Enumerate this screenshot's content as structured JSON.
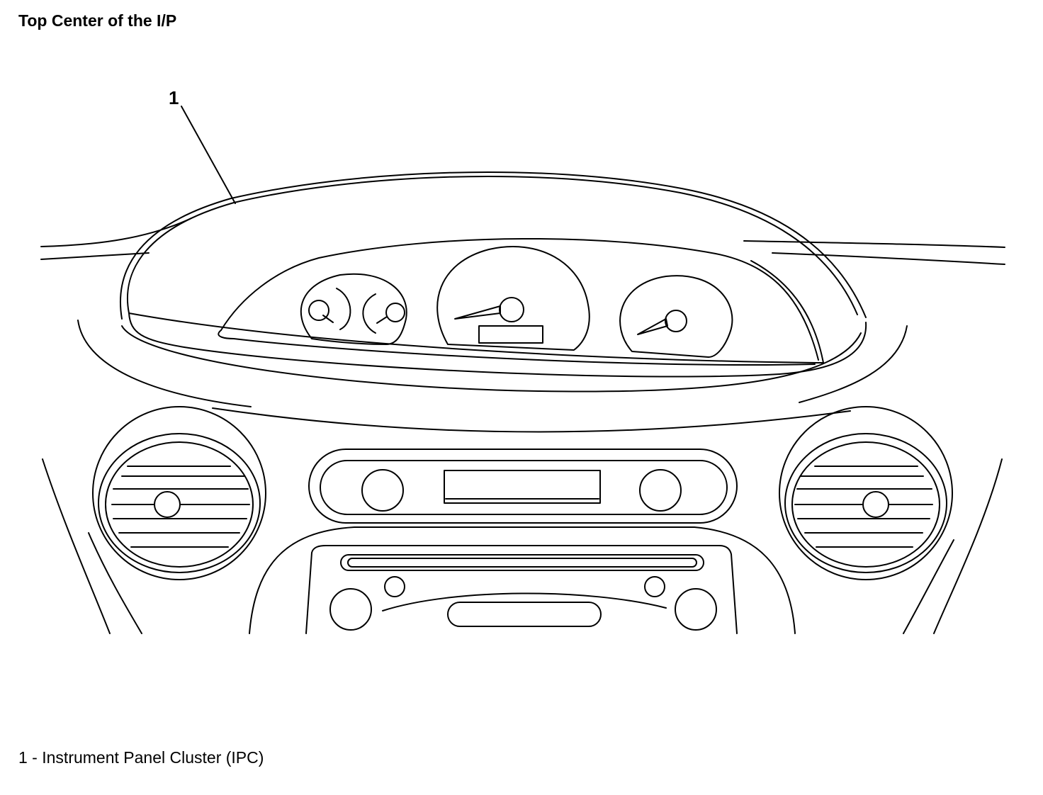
{
  "title": "Top Center of the I/P",
  "callouts": [
    {
      "number": "1",
      "description": "Instrument Panel Cluster (IPC)"
    }
  ],
  "legend_separator": " - "
}
